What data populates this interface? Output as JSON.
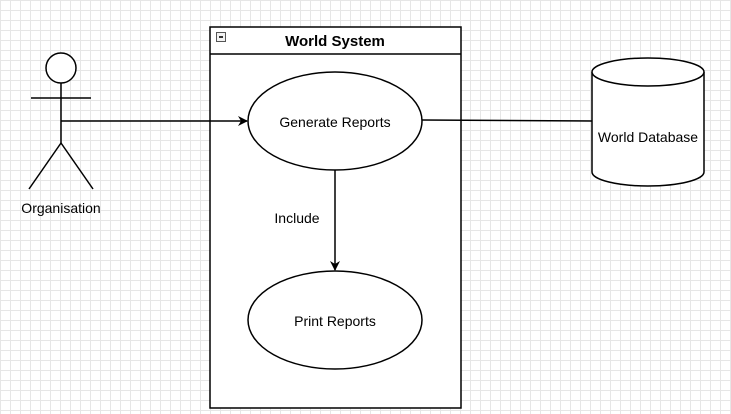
{
  "system": {
    "title": "World System",
    "collapse_icon": "minus-square-icon"
  },
  "actor": {
    "name": "Organisation"
  },
  "use_cases": {
    "generate": "Generate Reports",
    "print": "Print Reports"
  },
  "database": {
    "name": "World Database"
  },
  "relations": {
    "include_label": "Include"
  }
}
